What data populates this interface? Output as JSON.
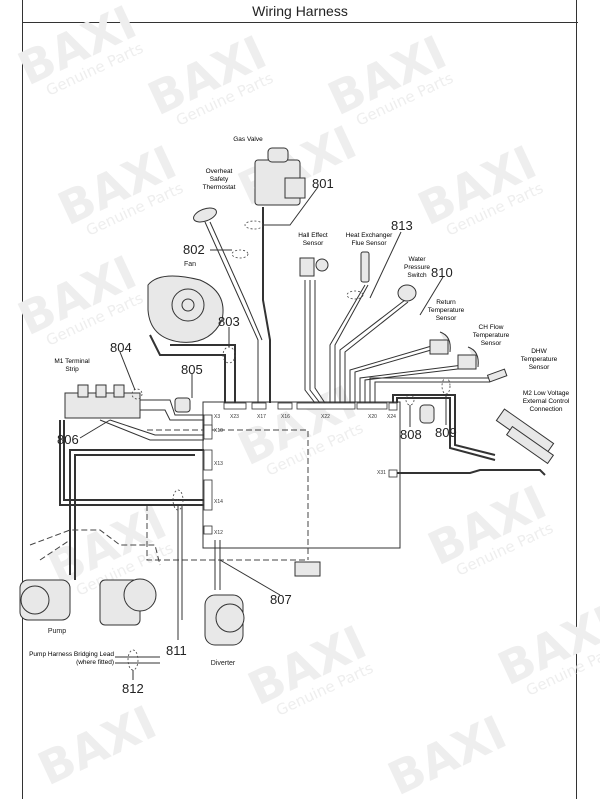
{
  "title": "Wiring Harness",
  "watermark": {
    "brand": "BAXI",
    "tagline": "Genuine Parts"
  },
  "components": {
    "gas_valve": "Gas Valve",
    "overheat": "Overheat Safety Thermostat",
    "hall": "Hall Effect Sensor",
    "flue": "Heat Exchanger Flue Sensor",
    "water": "Water Pressure Switch",
    "fan": "Fan",
    "return": "Return Temperature Sensor",
    "chflow": "CH Flow Temperature Sensor",
    "dhw": "DHW Temperature Sensor",
    "m1": "M1 Terminal Strip",
    "m2": "M2 Low Voltage External Control Connection",
    "pump": "Pump",
    "diverter": "Diverter",
    "bridging": "Pump Harness Bridging Lead (where fitted)"
  },
  "callouts": [
    "801",
    "802",
    "803",
    "804",
    "805",
    "806",
    "807",
    "808",
    "809",
    "810",
    "811",
    "812",
    "813"
  ],
  "connectors": [
    "X3",
    "X23",
    "X17",
    "X16",
    "X22",
    "X20",
    "X24",
    "X10",
    "X13",
    "X14",
    "X12",
    "X31"
  ]
}
